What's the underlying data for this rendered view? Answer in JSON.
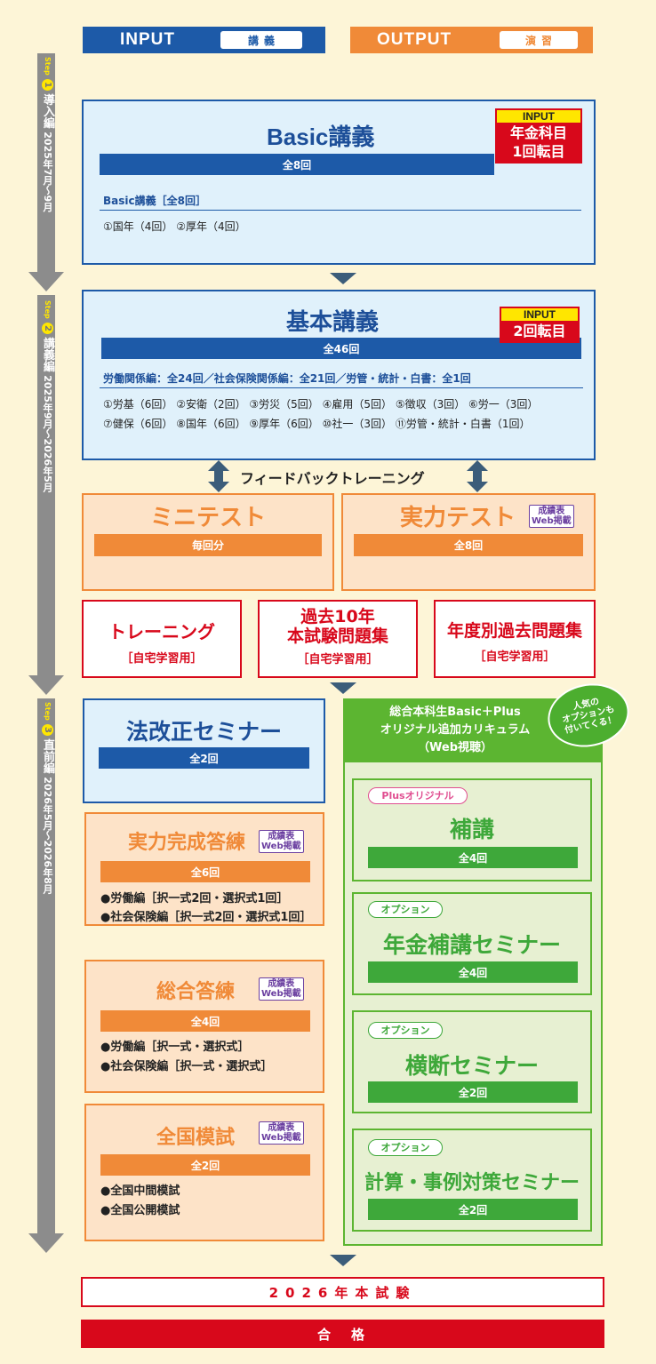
{
  "header": {
    "input_label": "INPUT",
    "input_tag": "講義",
    "output_label": "OUTPUT",
    "output_tag": "演習"
  },
  "steps": [
    {
      "prefix": "Step",
      "num": "1",
      "name": "導入編",
      "period": "2025年7月～9月"
    },
    {
      "prefix": "Step",
      "num": "2",
      "name": "講義編",
      "period": "2025年9月～2026年5月"
    },
    {
      "prefix": "Step",
      "num": "3",
      "name": "直前編",
      "period": "2026年5月～2026年8月"
    }
  ],
  "basic": {
    "title": "Basic講義",
    "count": "全8回",
    "badge_top": "INPUT",
    "badge_l1": "年金科目",
    "badge_l2": "1回転目",
    "sub": "Basic講義［全8回］",
    "items": "①国年（4回） ②厚年（4回）"
  },
  "kihon": {
    "title": "基本講義",
    "count": "全46回",
    "badge_top": "INPUT",
    "badge_l1": "2回転目",
    "sub": "労働関係編：全24回／社会保険関係編：全21回／労管・統計・白書：全1回",
    "items1": "①労基（6回） ②安衛（2回） ③労災（5回） ④雇用（5回） ⑤徴収（3回） ⑥労一（3回）",
    "items2": "⑦健保（6回） ⑧国年（6回） ⑨厚年（6回） ⑩社一（3回） ⑪労管・統計・白書（1回）"
  },
  "feedback": "フィードバックトレーニング",
  "mini": {
    "title": "ミニテスト",
    "count": "毎回分"
  },
  "jitsuryoku": {
    "title": "実力テスト",
    "tag1": "成績表",
    "tag2": "Web掲載",
    "count": "全8回"
  },
  "self": [
    {
      "l1": "トレーニング",
      "l2": "",
      "sub": "［自宅学習用］"
    },
    {
      "l1": "過去10年",
      "l2": "本試験問題集",
      "sub": "［自宅学習用］"
    },
    {
      "l1": "年度別過去問題集",
      "l2": "",
      "sub": "［自宅学習用］"
    }
  ],
  "hokaisei": {
    "title": "法改正セミナー",
    "count": "全2回"
  },
  "kansei": {
    "title": "実力完成答練",
    "tag1": "成績表",
    "tag2": "Web掲載",
    "count": "全6回",
    "i1": "●労働編［択一式2回・選択式1回］",
    "i2": "●社会保険編［択一式2回・選択式1回］"
  },
  "sogo": {
    "title": "総合答練",
    "tag1": "成績表",
    "tag2": "Web掲載",
    "count": "全4回",
    "i1": "●労働編［択一式・選択式］",
    "i2": "●社会保険編［択一式・選択式］"
  },
  "mogi": {
    "title": "全国模試",
    "tag1": "成績表",
    "tag2": "Web掲載",
    "count": "全2回",
    "i1": "●全国中間模試",
    "i2": "●全国公開模試"
  },
  "green": {
    "h1": "総合本科生Basic＋Plus",
    "h2": "オリジナル追加カリキュラム",
    "h3": "（Web視聴）",
    "bubble1": "人気の",
    "bubble2": "オプションも",
    "bubble3": "付いてくる！",
    "hokou": {
      "tag": "Plusオリジナル",
      "title": "補講",
      "count": "全4回"
    },
    "nenkin": {
      "tag": "オプション",
      "title": "年金補講セミナー",
      "count": "全4回"
    },
    "oudan": {
      "tag": "オプション",
      "title": "横断セミナー",
      "count": "全2回"
    },
    "keisan": {
      "tag": "オプション",
      "title": "計算・事例対策セミナー",
      "count": "全2回"
    }
  },
  "exam": "2026年本試験",
  "pass": "合　格",
  "colors": {
    "blue": "#1d5aa8",
    "orange": "#f08a38",
    "red": "#d8081b",
    "green": "#3ea83a",
    "bg": "#fdf5d7"
  }
}
